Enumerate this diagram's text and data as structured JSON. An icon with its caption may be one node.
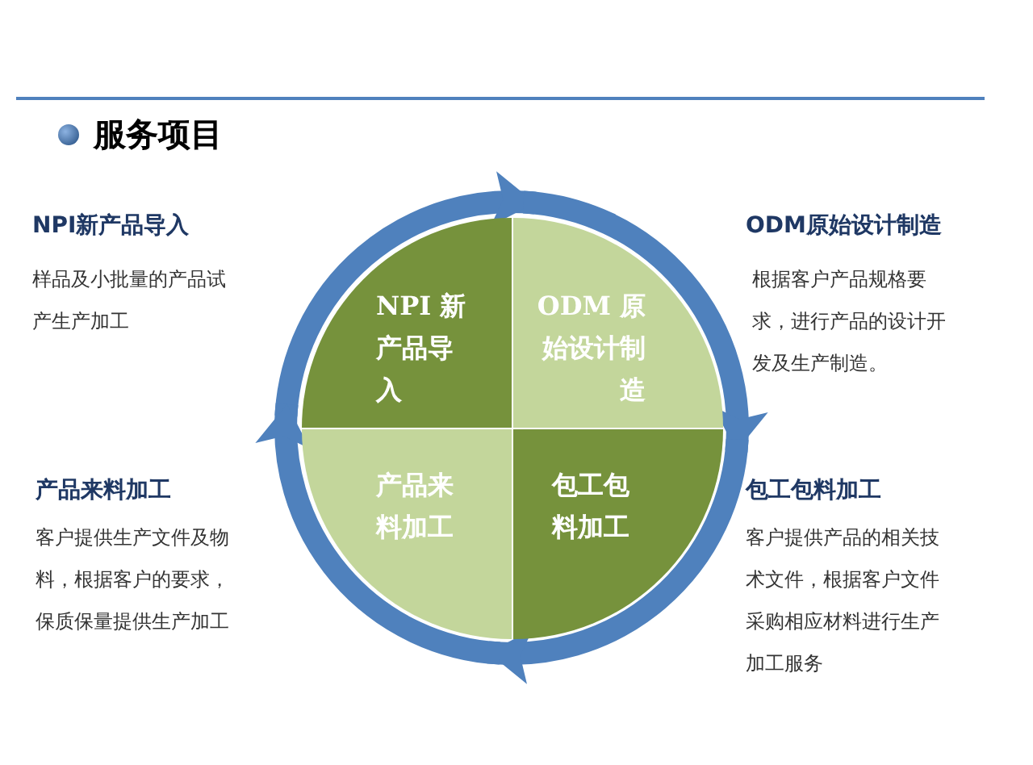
{
  "diagram": {
    "title": "服务项目",
    "nodes": [
      {
        "text": [
          "NPI 新产品导入"
        ]
      },
      {
        "text": [
          "ODM 原始设计制造"
        ]
      },
      {
        "text": [
          "产品来料加工"
        ]
      },
      {
        "text": [
          "包工包料加工"
        ]
      }
    ],
    "edges": [
      {
        "from": 0,
        "to": 1,
        "arrow": "to"
      },
      {
        "from": 1,
        "to": 3,
        "arrow": "to"
      },
      {
        "from": 3,
        "to": 2,
        "arrow": "to"
      },
      {
        "from": 2,
        "to": 0,
        "arrow": "to"
      }
    ],
    "labels": [
      "NPI新产品导入",
      "ODM原始设计制造",
      "样品及小批量的产品试产生产加工",
      "根据客户产品规格要求，进行产品的设计开发及生产制造。",
      "产品来料加工",
      "包工包料加工",
      "客户提供生产文件及物料，根据客户的要求，保质保量提供生产加工",
      "客户提供产品的相关技术文件，根据客户文件采购相应材料进行生产加工服务"
    ]
  }
}
